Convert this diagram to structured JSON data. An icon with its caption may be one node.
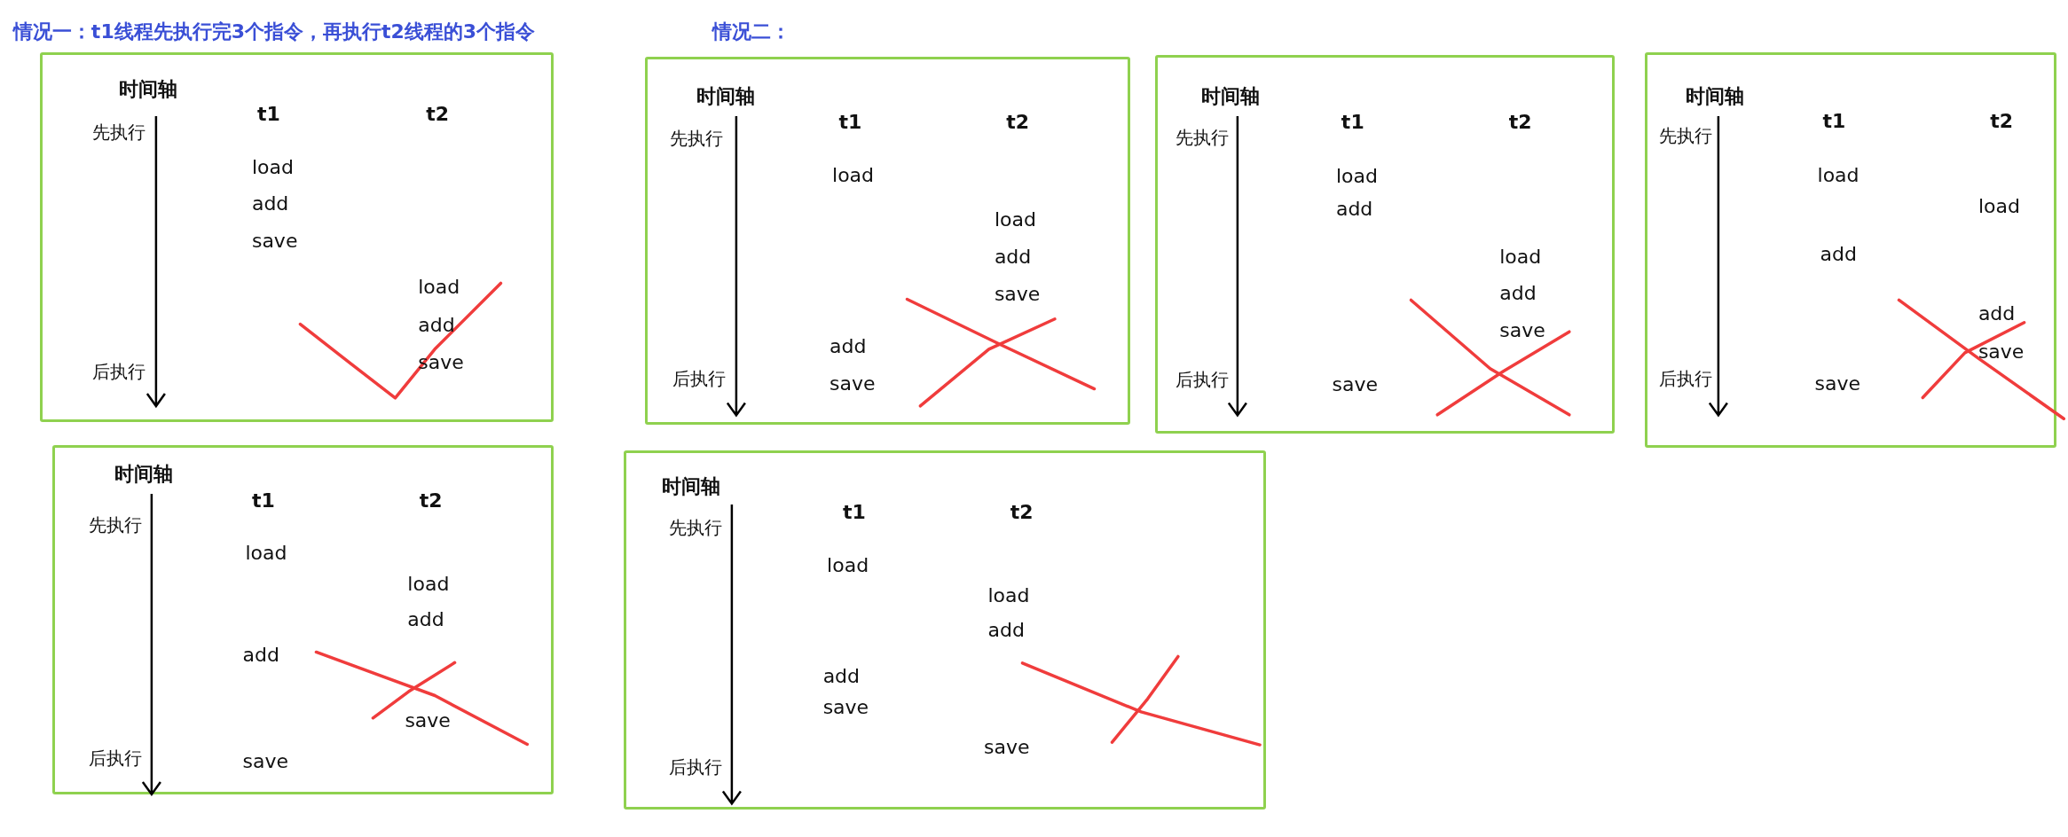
{
  "diagram": {
    "nodes": [
      {
        "text": [
          "时间轴",
          "先执行",
          "后执行",
          "t1",
          "t2",
          "load",
          "add",
          "save",
          "load",
          "add",
          "save"
        ]
      },
      {
        "text": [
          "时间轴",
          "先执行",
          "后执行",
          "t1",
          "t2",
          "load",
          "add",
          "save",
          "load",
          "add",
          "save"
        ]
      },
      {
        "text": [
          "时间轴",
          "先执行",
          "后执行",
          "t1",
          "t2",
          "load",
          "add",
          "save",
          "load",
          "add",
          "save"
        ]
      },
      {
        "text": [
          "时间轴",
          "先执行",
          "后执行",
          "t1",
          "t2",
          "load",
          "add",
          "save",
          "load",
          "add",
          "save"
        ]
      },
      {
        "text": [
          "时间轴",
          "先执行",
          "后执行",
          "t1",
          "t2",
          "load",
          "add",
          "save",
          "load",
          "add",
          "save"
        ]
      },
      {
        "text": [
          "时间轴",
          "先执行",
          "后执行",
          "t1",
          "t2",
          "load",
          "add",
          "save",
          "load",
          "add",
          "save"
        ]
      }
    ],
    "labels": [
      "情况一：t1线程先执行完3个指令，再执行t2线程的3个指令",
      "情况二："
    ]
  }
}
